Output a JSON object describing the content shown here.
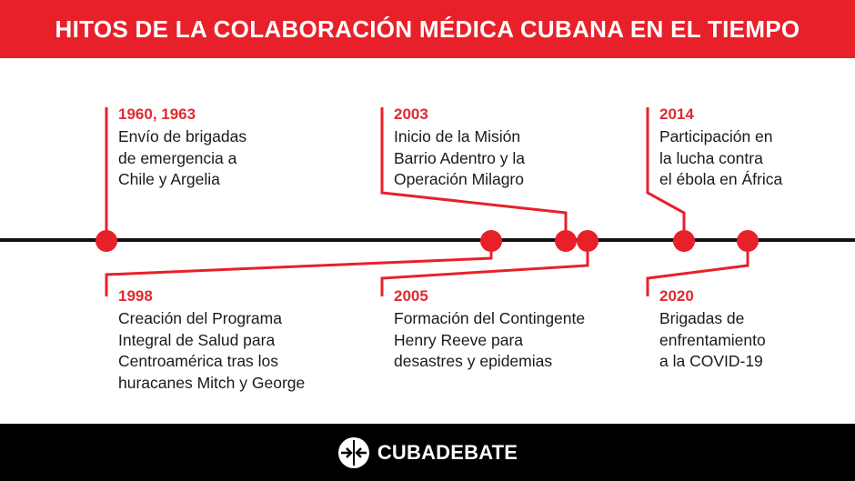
{
  "header": {
    "title": "HITOS DE LA COLABORACIÓN MÉDICA CUBANA EN EL TIEMPO"
  },
  "events": [
    {
      "id": "e1960",
      "year": "1960, 1963",
      "lines": [
        "Envío de brigadas",
        "de emergencia a",
        "Chile y Argelia"
      ]
    },
    {
      "id": "e1998",
      "year": "1998",
      "lines": [
        "Creación del Programa",
        "Integral de Salud para",
        "Centroamérica tras los",
        "huracanes Mitch y George"
      ]
    },
    {
      "id": "e2003",
      "year": "2003",
      "lines": [
        "Inicio de la Misión",
        "Barrio Adentro y la",
        "Operación Milagro"
      ]
    },
    {
      "id": "e2005",
      "year": "2005",
      "lines": [
        "Formación del Contingente",
        "Henry Reeve para",
        "desastres y epidemias"
      ]
    },
    {
      "id": "e2014",
      "year": "2014",
      "lines": [
        "Participación en",
        "la lucha contra",
        "el ébola en África"
      ]
    },
    {
      "id": "e2020",
      "year": "2020",
      "lines": [
        "Brigadas de",
        "enfrentamiento",
        "a la COVID-19"
      ]
    }
  ],
  "footer": {
    "logo_text": "CUBADEBATE"
  },
  "colors": {
    "accent": "#e8202a",
    "timeline": "#111111",
    "footer_bg": "#000000"
  }
}
